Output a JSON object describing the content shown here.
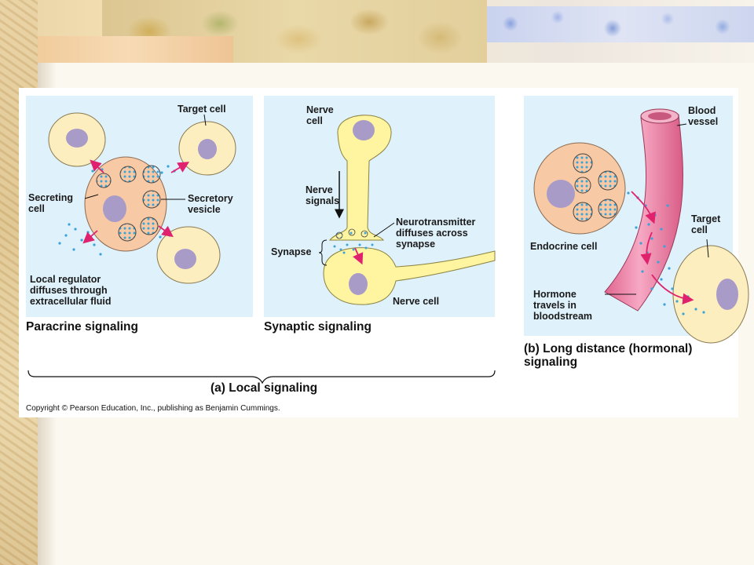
{
  "panels": {
    "paracrine": {
      "target_cell": "Target cell",
      "secreting_cell": "Secreting\ncell",
      "secretory_vesicle": "Secretory\nvesicle",
      "local_regulator": "Local regulator\ndiffuses through\nextracellular fluid",
      "caption": "Paracrine signaling"
    },
    "synaptic": {
      "nerve_cell_top": "Nerve\ncell",
      "nerve_signals": "Nerve\nsignals",
      "neurotransmitter": "Neurotransmitter\ndiffuses across\nsynapse",
      "synapse": "Synapse",
      "nerve_cell_bottom": "Nerve cell",
      "caption": "Synaptic signaling"
    },
    "hormonal": {
      "blood_vessel": "Blood\nvessel",
      "target_cell": "Target\ncell",
      "endocrine_cell": "Endocrine cell",
      "hormone": "Hormone\ntravels in\nbloodstream",
      "caption": "(b) Long distance (hormonal)\n      signaling"
    }
  },
  "local_signaling_caption": "(a) Local signaling",
  "copyright": "Copyright © Pearson Education, Inc., publishing as Benjamin Cummings.",
  "colors": {
    "panel_bg": "#dff1fb",
    "cell_fill": "#fdeec0",
    "secreting_cell_fill": "#f7c9a4",
    "nucleus": "#a99bc8",
    "vesicle_dots": "#3aa3d8",
    "arrow": "#e0226e",
    "vessel": "#ef8fb0"
  }
}
